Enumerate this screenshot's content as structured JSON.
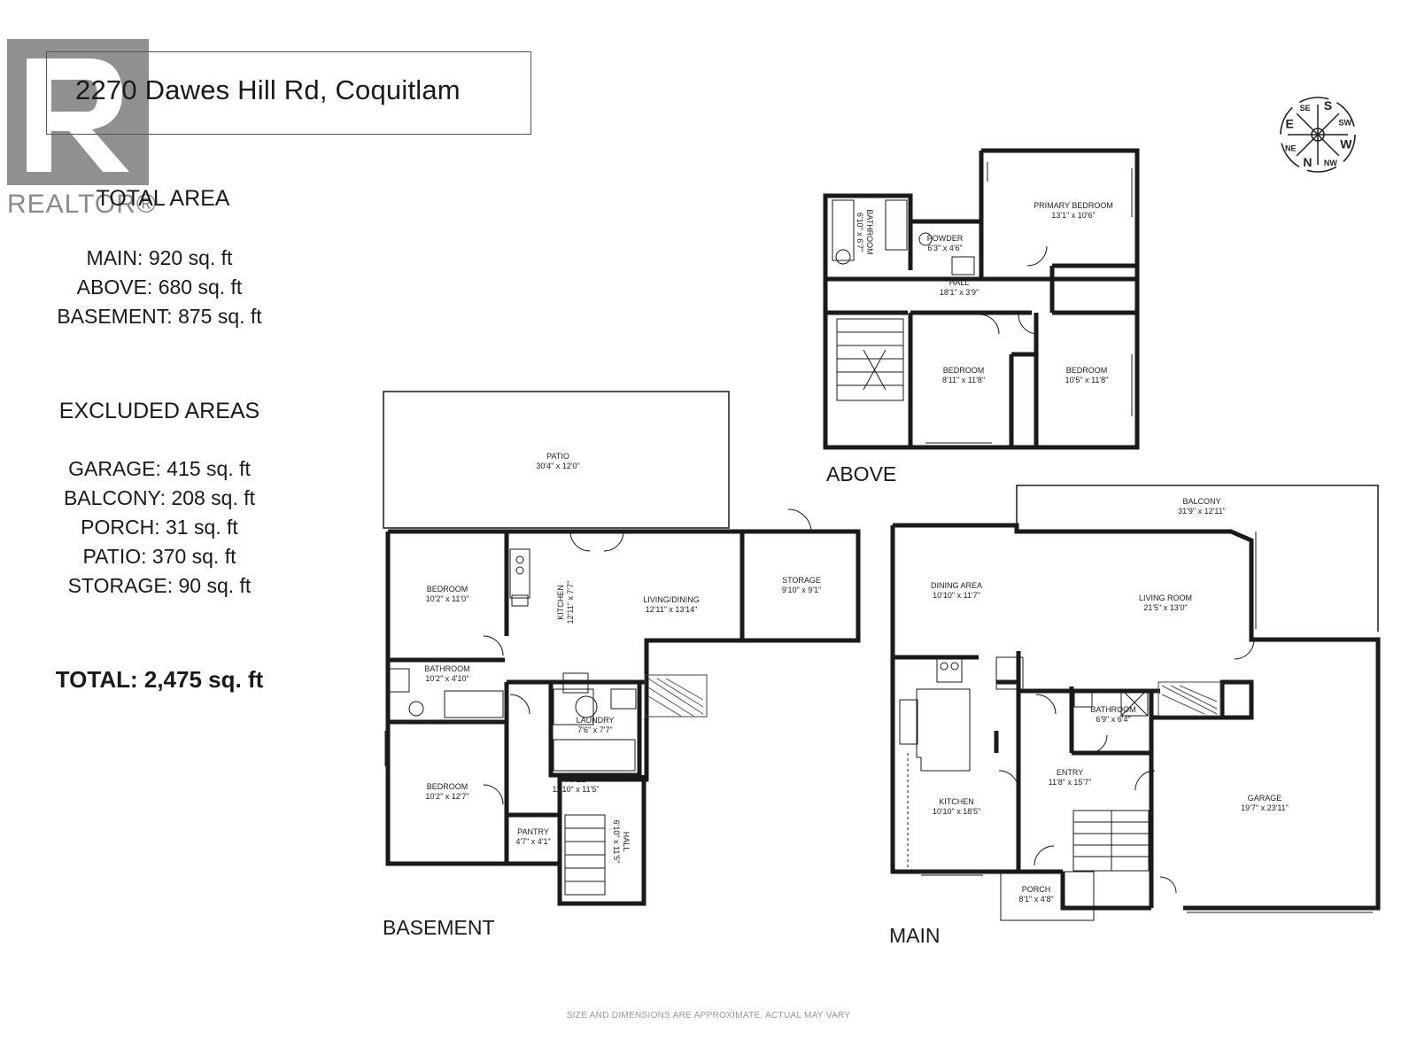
{
  "header": {
    "address": "2270 Dawes Hill Rd, Coquitlam"
  },
  "watermark": {
    "brand": "REALTOR®"
  },
  "summary": {
    "total_heading": "TOTAL AREA",
    "main": "MAIN: 920 sq. ft",
    "above": "ABOVE: 680 sq. ft",
    "basement": "BASEMENT: 875 sq. ft",
    "excluded_heading": "EXCLUDED AREAS",
    "garage": "GARAGE: 415 sq. ft",
    "balcony": "BALCONY: 208 sq. ft",
    "porch": "PORCH: 31 sq. ft",
    "patio": "PATIO: 370 sq. ft",
    "storage": "STORAGE: 90 sq. ft",
    "total": "TOTAL: 2,475 sq. ft"
  },
  "floors": {
    "above": "ABOVE",
    "basement": "BASEMENT",
    "main": "MAIN"
  },
  "rooms": {
    "above": [
      {
        "name": "PRIMARY BEDROOM",
        "size": "13'1\" x 10'6\""
      },
      {
        "name": "BATHROOM",
        "size": "6'10\" x 6'7\""
      },
      {
        "name": "POWDER",
        "size": "6'3\" x 4'6\""
      },
      {
        "name": "HALL",
        "size": "18'1\" x 3'9\""
      },
      {
        "name": "BEDROOM",
        "size": "8'11\" x 11'8\""
      },
      {
        "name": "BEDROOM",
        "size": "10'5\" x 11'8\""
      }
    ],
    "basement": [
      {
        "name": "PATIO",
        "size": "30'4\" x 12'0\""
      },
      {
        "name": "STORAGE",
        "size": "9'10\" x 9'1\""
      },
      {
        "name": "BEDROOM",
        "size": "10'2\" x 11'0\""
      },
      {
        "name": "KITCHEN",
        "size": "12'11\" x 7'7\""
      },
      {
        "name": "LIVING/DINING",
        "size": "12'11\" x 13'14\""
      },
      {
        "name": "BATHROOM",
        "size": "10'2\" x 4'10\""
      },
      {
        "name": "LAUNDRY",
        "size": "7'6\" x 7'7\""
      },
      {
        "name": "HALL",
        "size": "11'10\" x 11'5\""
      },
      {
        "name": "BEDROOM",
        "size": "10'2\" x 12'7\""
      },
      {
        "name": "PANTRY",
        "size": "4'7\" x 4'1\""
      },
      {
        "name": "HALL",
        "size": "6'10\" x 11'5\""
      }
    ],
    "main": [
      {
        "name": "BALCONY",
        "size": "31'9\" x 12'11\""
      },
      {
        "name": "DINING AREA",
        "size": "10'10\" x 11'7\""
      },
      {
        "name": "LIVING ROOM",
        "size": "21'5\" x 13'0\""
      },
      {
        "name": "BATHROOM",
        "size": "6'9\" x 6'4\""
      },
      {
        "name": "ENTRY",
        "size": "11'8\" x 15'7\""
      },
      {
        "name": "KITCHEN",
        "size": "10'10\" x 18'5\""
      },
      {
        "name": "GARAGE",
        "size": "19'7\" x 23'11\""
      },
      {
        "name": "PORCH",
        "size": "8'1\" x 4'8\""
      }
    ]
  },
  "compass": [
    "N",
    "NE",
    "E",
    "SE",
    "S",
    "SW",
    "W",
    "NW"
  ],
  "disclaimer": "SIZE AND DIMENSIONS ARE APPROXIMATE, ACTUAL MAY VARY"
}
